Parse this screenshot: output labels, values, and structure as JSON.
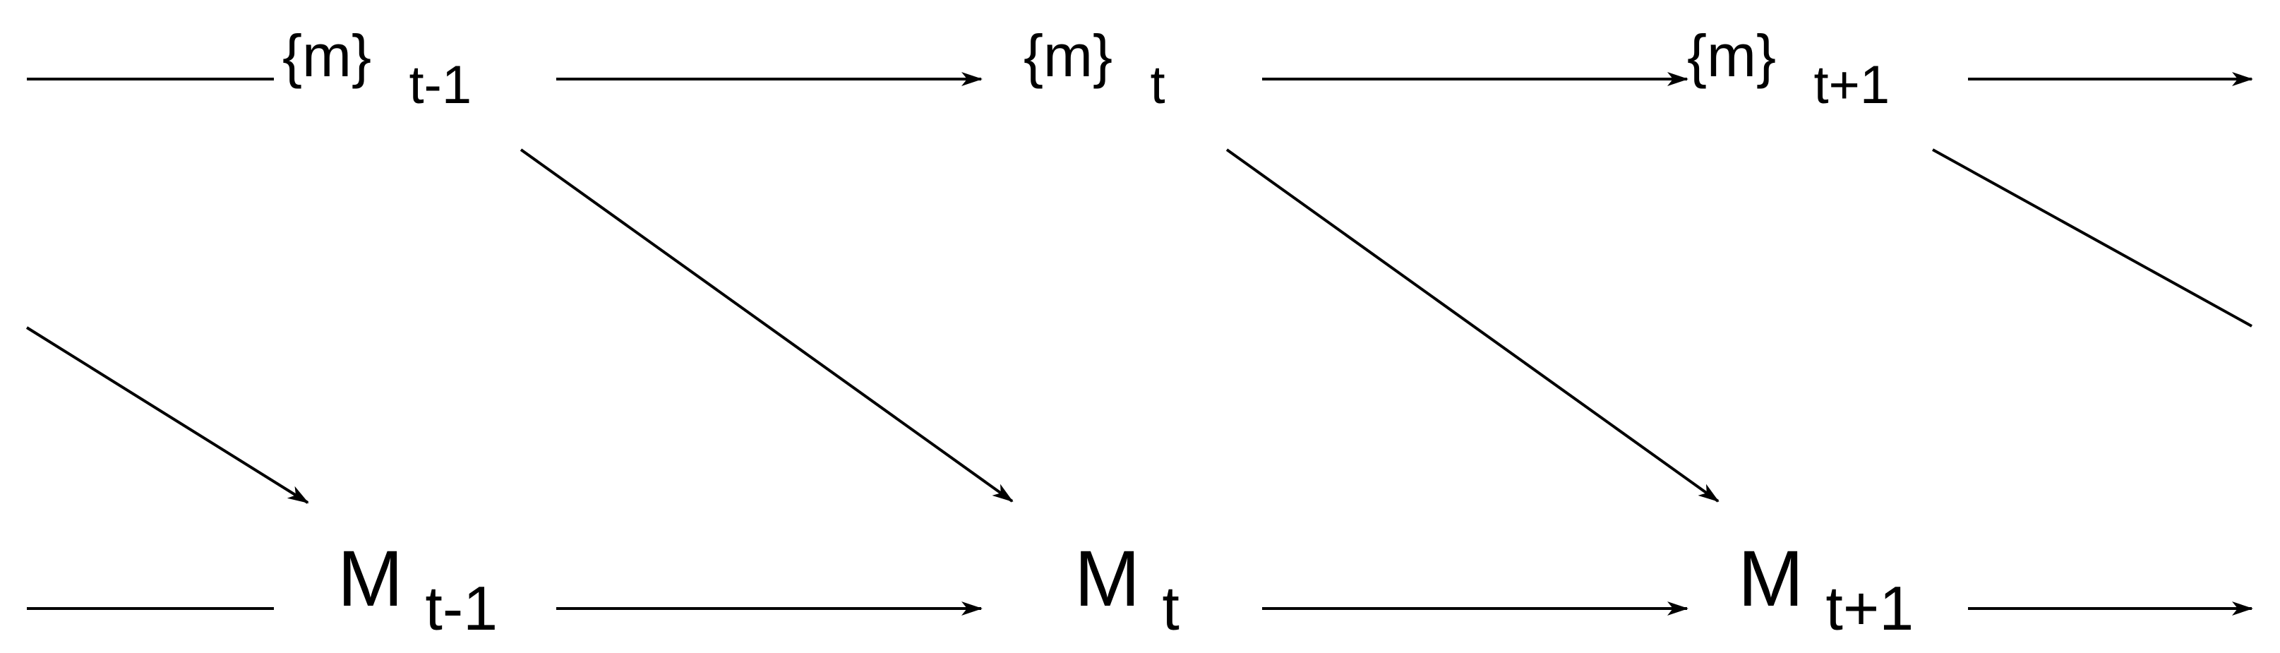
{
  "diagram": {
    "top_row": [
      {
        "base": "{m}",
        "sub": "t-1"
      },
      {
        "base": "{m}",
        "sub": "t"
      },
      {
        "base": "{m}",
        "sub": "t+1"
      }
    ],
    "bottom_row": [
      {
        "base": "M",
        "sub": "t-1"
      },
      {
        "base": "M",
        "sub": "t"
      },
      {
        "base": "M",
        "sub": "t+1"
      }
    ],
    "colors": {
      "stroke": "#000000",
      "text": "#000000",
      "background": "#ffffff"
    }
  }
}
